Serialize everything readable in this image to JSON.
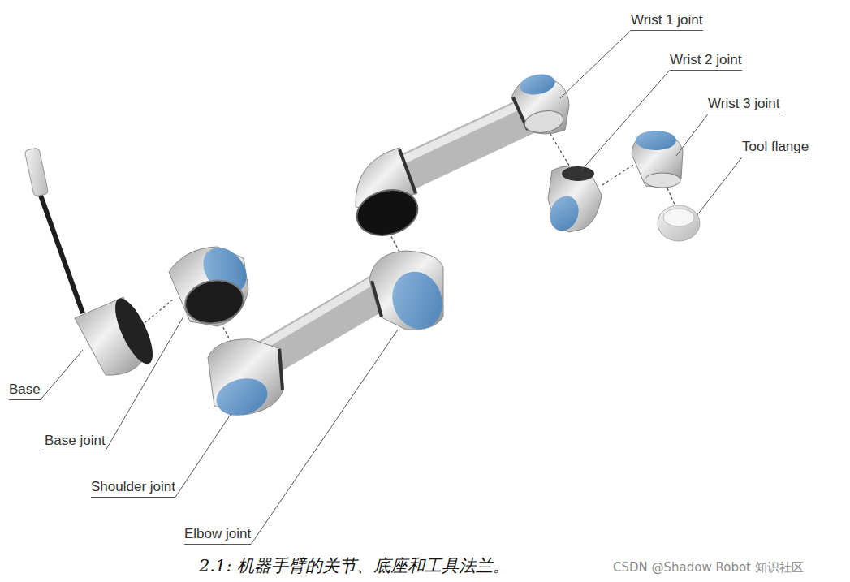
{
  "diagram": {
    "caption": "2.1: 机器手臂的关节、底座和工具法兰。",
    "labels": [
      "Wrist 1 joint",
      "Wrist 2 joint",
      "Wrist 3 joint",
      "Tool flange",
      "Base",
      "Base joint",
      "Shoulder joint",
      "Elbow joint",
      "CSDN @Shadow Robot 知识社区"
    ]
  }
}
